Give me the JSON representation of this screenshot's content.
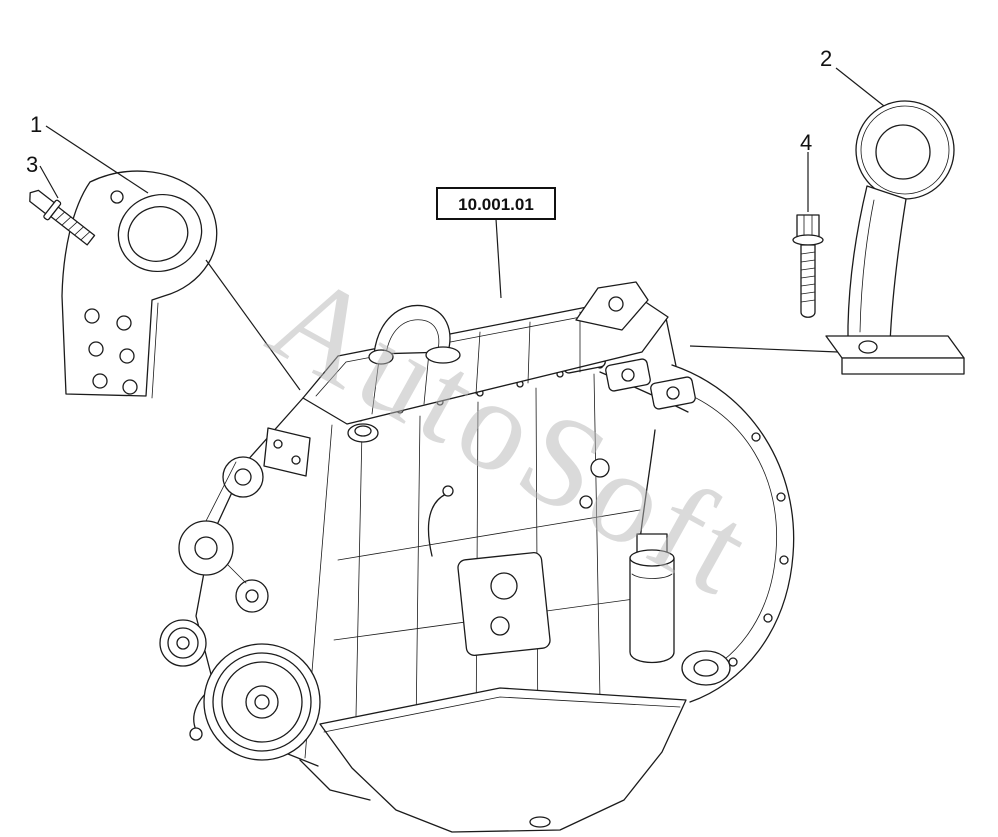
{
  "diagram": {
    "callouts": [
      {
        "label": "1"
      },
      {
        "label": "2"
      },
      {
        "label": "3"
      },
      {
        "label": "4"
      }
    ],
    "reference_box": {
      "label": "10.001.01"
    },
    "watermark": {
      "text": "AutoSoft"
    },
    "colors": {
      "line": "#1b1b1b",
      "watermark": "#b5b5b5",
      "background": "#ffffff"
    }
  }
}
